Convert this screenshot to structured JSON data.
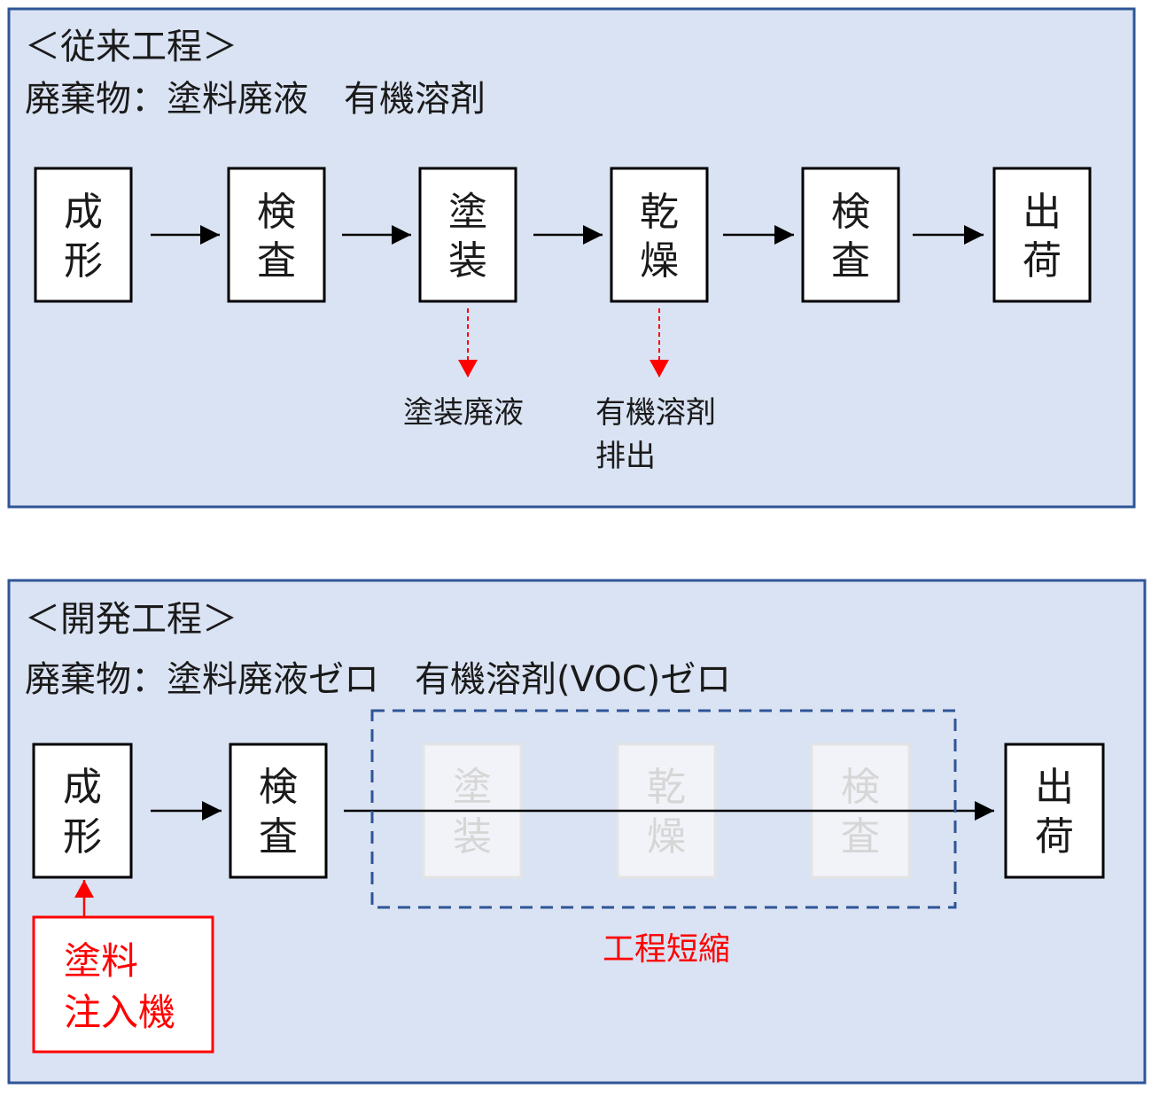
{
  "colors": {
    "panel_background": "#dae3f3",
    "panel_border": "#2f5597",
    "accent_red": "#ff0000",
    "faded_text": "#d6d6d6"
  },
  "conventional": {
    "title": "＜従来工程＞",
    "waste": "廃棄物：塗料廃液　有機溶剤",
    "steps": [
      [
        "成",
        "形"
      ],
      [
        "検",
        "査"
      ],
      [
        "塗",
        "装"
      ],
      [
        "乾",
        "燥"
      ],
      [
        "検",
        "査"
      ],
      [
        "出",
        "荷"
      ]
    ],
    "waste_outputs": {
      "coating_waste": "塗装廃液",
      "solvent_line1": "有機溶剤",
      "solvent_line2": "排出"
    }
  },
  "developed": {
    "title": "＜開発工程＞",
    "waste": "廃棄物：塗料廃液ゼロ　有機溶剤(VOC)ゼロ",
    "steps": [
      [
        "成",
        "形"
      ],
      [
        "検",
        "査"
      ],
      [
        "出",
        "荷"
      ]
    ],
    "skipped_steps": [
      [
        "塗",
        "装"
      ],
      [
        "乾",
        "燥"
      ],
      [
        "検",
        "査"
      ]
    ],
    "shortened_label": "工程短縮",
    "injector": {
      "line1": "塗料",
      "line2": "注入機"
    }
  }
}
